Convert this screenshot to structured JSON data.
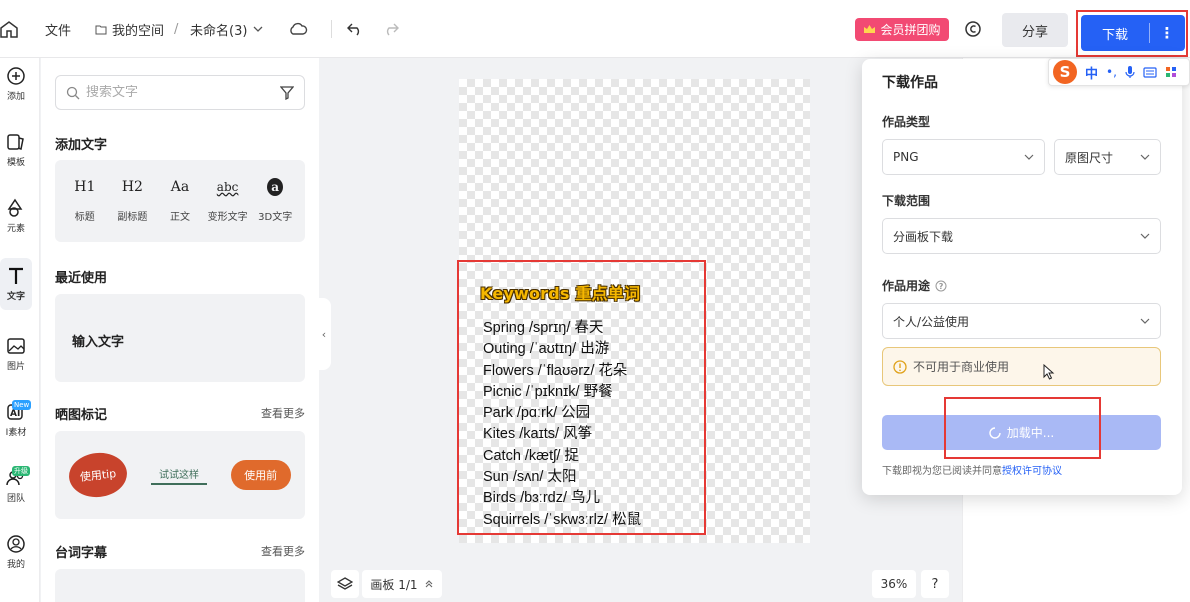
{
  "topbar": {
    "file_label": "文件",
    "space_label": "我的空间",
    "slash": "/",
    "doc_name": "未命名(3)",
    "vip_label": "会员拼团购",
    "share_label": "分享",
    "download_label": "下载"
  },
  "rail": {
    "items": [
      {
        "label": "添加",
        "icon": "plus-circle-icon"
      },
      {
        "label": "模板",
        "icon": "template-icon"
      },
      {
        "label": "元素",
        "icon": "shapes-icon"
      },
      {
        "label": "文字",
        "icon": "text-icon"
      },
      {
        "label": "图片",
        "icon": "image-icon"
      },
      {
        "label": "I素材",
        "icon": "ai-icon",
        "badge": "New"
      },
      {
        "label": "团队",
        "icon": "team-icon",
        "badge": "升级"
      },
      {
        "label": "我的",
        "icon": "user-icon"
      }
    ]
  },
  "panel": {
    "search_placeholder": "搜索文字",
    "add_text_title": "添加文字",
    "text_types": [
      {
        "glyph": "H1",
        "label": "标题"
      },
      {
        "glyph": "H2",
        "label": "副标题"
      },
      {
        "glyph": "Aa",
        "label": "正文"
      },
      {
        "glyph": "abc",
        "label": "变形文字"
      },
      {
        "glyph": "a",
        "label": "3D文字"
      }
    ],
    "recent_title": "最近使用",
    "recent_item": "输入文字",
    "sticker_title": "晒图标记",
    "sticker_more": "查看更多",
    "stickers": [
      "使用tip",
      "试试这样",
      "使用前"
    ],
    "caption_title": "台词字幕",
    "caption_more": "查看更多"
  },
  "canvas": {
    "title": "Keywords 重点单词",
    "lines": [
      "Spring /sprɪŋ/ 春天",
      "Outing /ˈaʊtɪŋ/ 出游",
      "Flowers /ˈflaʊərz/ 花朵",
      "Picnic /ˈpɪknɪk/ 野餐",
      "Park /pɑːrk/ 公园",
      "Kites /kaɪts/ 风筝",
      "Catch /kætʃ/ 捉",
      "Sun /sʌn/ 太阳",
      "Birds /bɜːrdz/ 鸟儿",
      "Squirrels /ˈskwɜːrlz/ 松鼠"
    ]
  },
  "bottom": {
    "board_label": "画板 1/1",
    "zoom_label": "36%",
    "help_label": "?"
  },
  "download_panel": {
    "title": "下载作品",
    "type_label": "作品类型",
    "format_value": "PNG",
    "size_value": "原图尺寸",
    "range_label": "下载范围",
    "range_value": "分画板下载",
    "usage_label": "作品用途",
    "usage_value": "个人/公益使用",
    "warning": "不可用于商业使用",
    "loading_label": "加载中...",
    "footer_text": "下载即视为您已阅读并同意",
    "footer_link": "授权许可协议"
  },
  "ime": {
    "lang": "中"
  },
  "colors": {
    "primary": "#2561f5",
    "vip": "#f24a73",
    "highlight": "#e53935",
    "title_yellow": "#f5b700"
  }
}
